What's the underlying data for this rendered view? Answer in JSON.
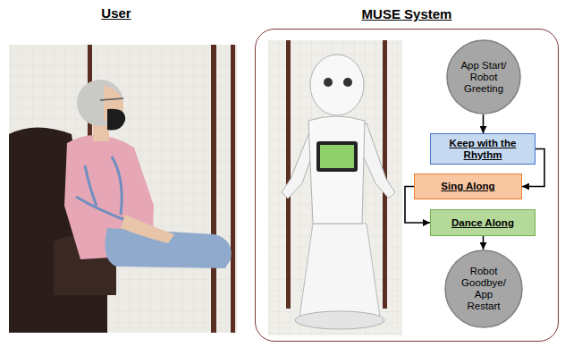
{
  "diagram": {
    "nodes": [
      {
        "text": [
          "MUSE System"
        ]
      },
      {
        "text": [
          "App Start/ Robot Greeting"
        ],
        "in": 0
      },
      {
        "text": [
          "Keep with the Rhythm"
        ],
        "in": 0
      },
      {
        "text": [
          "Sing Along"
        ],
        "in": 0
      },
      {
        "text": [
          "Dance Along"
        ],
        "in": 0
      },
      {
        "text": [
          "Robot Goodbye/ App Restart"
        ],
        "in": 0
      }
    ],
    "edges": [
      {
        "from": 1,
        "to": 2,
        "arrow": "to"
      },
      {
        "from": 2,
        "to": 3,
        "arrow": "to"
      },
      {
        "from": 3,
        "to": 4,
        "arrow": "to"
      },
      {
        "from": 4,
        "to": 5,
        "arrow": "to"
      }
    ],
    "labels": [
      "User"
    ]
  }
}
